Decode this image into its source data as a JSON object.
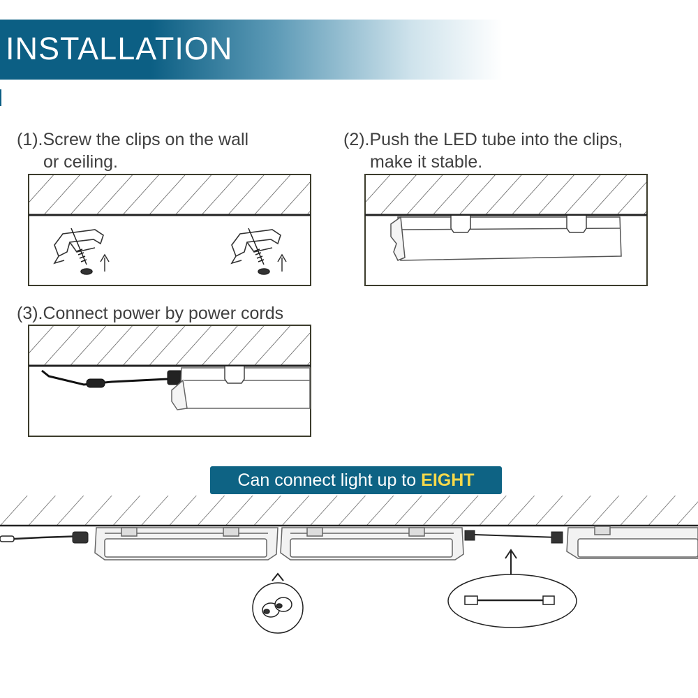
{
  "header": {
    "title": "INSTALLATION"
  },
  "steps": [
    {
      "line1": "(1).Screw the clips on the wall",
      "line2": "or ceiling."
    },
    {
      "line1": "(2).Push the LED tube into the clips,",
      "line2": "make it stable."
    },
    {
      "line1": "(3).Connect power by power cords",
      "line2": ""
    }
  ],
  "connect_banner": {
    "text": "Can connect light up to",
    "highlight": "EIGHT"
  },
  "colors": {
    "banner": "#0c5f84",
    "badge": "#0e6384",
    "highlight": "#f6d94a"
  },
  "icons": [
    "screw-icon",
    "clip-icon",
    "arrow-up-icon",
    "power-cord-icon",
    "connector-icon",
    "linking-cable-icon"
  ]
}
